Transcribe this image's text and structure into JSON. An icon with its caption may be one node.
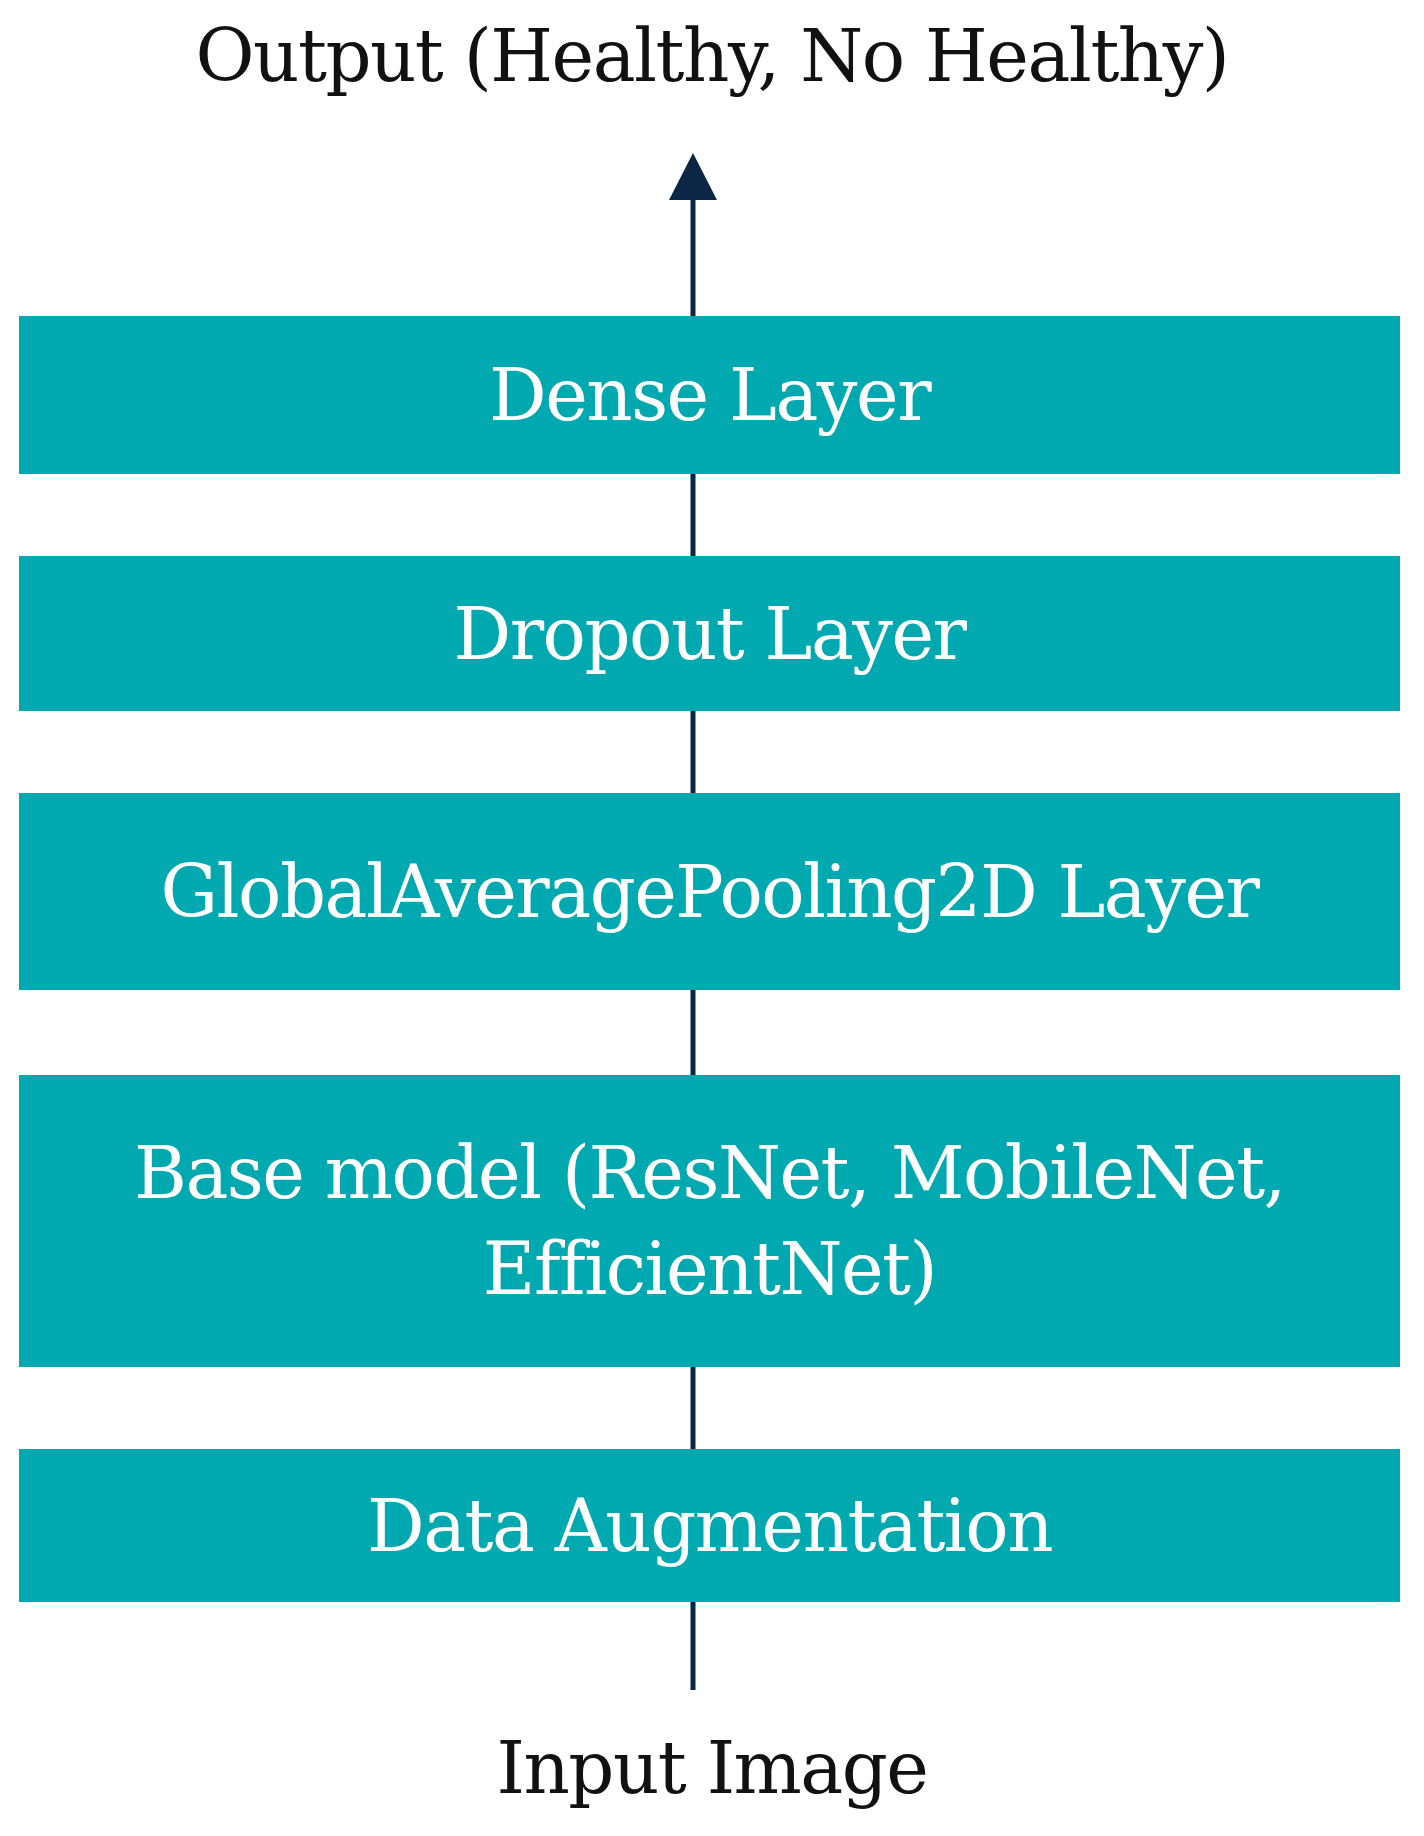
{
  "diagram": {
    "nodes": [
      {
        "text": [
          "Output (Healthy, No Healthy)"
        ]
      },
      {
        "text": [
          "Dense Layer"
        ]
      },
      {
        "text": [
          "Dropout Layer"
        ]
      },
      {
        "text": [
          "GlobalAveragePooling2D Layer"
        ]
      },
      {
        "text": [
          "Base model (ResNet, MobileNet, EfficientNet)"
        ]
      },
      {
        "text": [
          "Data Augmentation"
        ]
      },
      {
        "text": [
          "Input Image"
        ]
      }
    ],
    "edges": [
      {
        "from": 6,
        "to": 5,
        "arrow": "none"
      },
      {
        "from": 5,
        "to": 4,
        "arrow": "none"
      },
      {
        "from": 4,
        "to": 3,
        "arrow": "none"
      },
      {
        "from": 3,
        "to": 2,
        "arrow": "none"
      },
      {
        "from": 2,
        "to": 1,
        "arrow": "none"
      },
      {
        "from": 1,
        "to": 0,
        "arrow": "to"
      }
    ]
  }
}
